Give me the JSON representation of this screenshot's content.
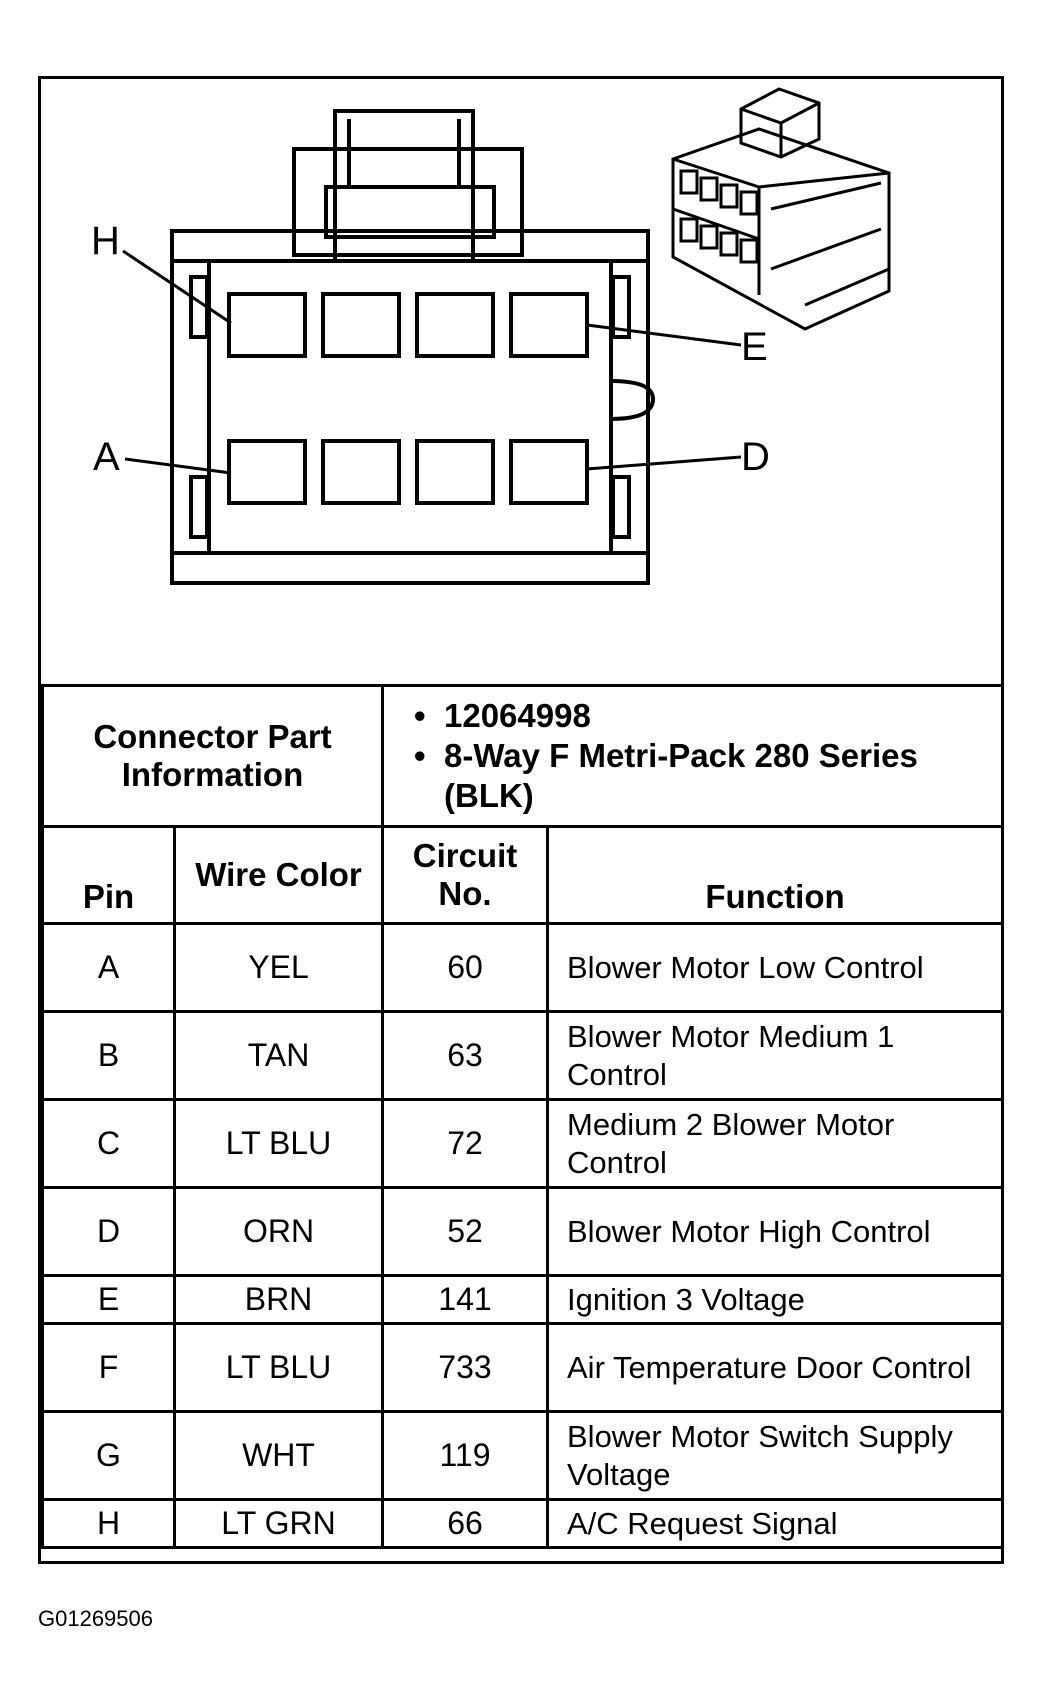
{
  "diagram": {
    "pin_labels": {
      "h": "H",
      "e": "E",
      "a": "A",
      "d": "D"
    }
  },
  "connector_info": {
    "label": "Connector Part Information",
    "values": [
      "12064998",
      "8-Way F Metri-Pack 280 Series (BLK)"
    ]
  },
  "columns": {
    "pin": "Pin",
    "wire_color": "Wire Color",
    "circuit_no": "Circuit No.",
    "function": "Function"
  },
  "rows": [
    {
      "pin": "A",
      "wire_color": "YEL",
      "circuit": "60",
      "function": "Blower Motor Low Control"
    },
    {
      "pin": "B",
      "wire_color": "TAN",
      "circuit": "63",
      "function": "Blower Motor Medium 1 Control"
    },
    {
      "pin": "C",
      "wire_color": "LT BLU",
      "circuit": "72",
      "function": "Medium 2 Blower Motor Control"
    },
    {
      "pin": "D",
      "wire_color": "ORN",
      "circuit": "52",
      "function": "Blower Motor High Control"
    },
    {
      "pin": "E",
      "wire_color": "BRN",
      "circuit": "141",
      "function": "Ignition 3 Voltage"
    },
    {
      "pin": "F",
      "wire_color": "LT BLU",
      "circuit": "733",
      "function": "Air Temperature Door Control"
    },
    {
      "pin": "G",
      "wire_color": "WHT",
      "circuit": "119",
      "function": "Blower Motor Switch Supply Voltage"
    },
    {
      "pin": "H",
      "wire_color": "LT GRN",
      "circuit": "66",
      "function": "A/C Request Signal"
    }
  ],
  "figure_code": "G01269506"
}
